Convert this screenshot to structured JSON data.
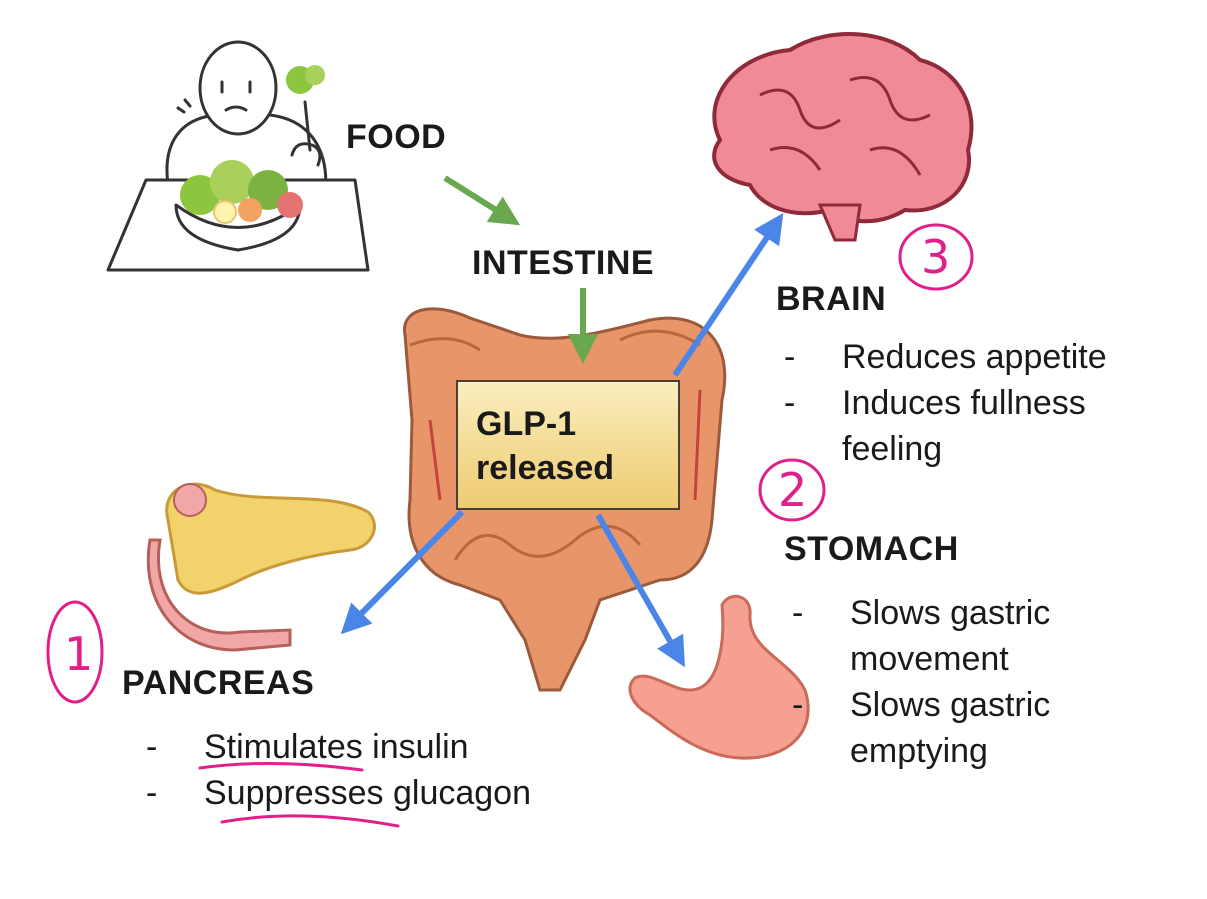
{
  "title": "",
  "nodes": {
    "food": "FOOD",
    "intestine": "INTESTINE",
    "glp1": [
      "GLP-1",
      "released"
    ],
    "brain": "BRAIN",
    "stomach": "STOMACH",
    "pancreas": "PANCREAS"
  },
  "effects": {
    "brain": [
      "Reduces appetite",
      "Induces fullness feeling"
    ],
    "stomach": [
      "Slows gastric movement",
      "Slows gastric emptying"
    ],
    "pancreas": [
      "Stimulates insulin",
      "Suppresses glucagon"
    ]
  },
  "effect_lines": {
    "brain": [
      [
        "Reduces appetite"
      ],
      [
        "Induces fullness",
        "feeling"
      ]
    ],
    "stomach": [
      [
        "Slows gastric",
        "movement"
      ],
      [
        "Slows gastric",
        "emptying"
      ]
    ],
    "pancreas": [
      [
        "Stimulates insulin"
      ],
      [
        "Suppresses glucagon"
      ]
    ]
  },
  "bullet": "-",
  "annotations": {
    "order_marks": {
      "pancreas": "1",
      "stomach": "2",
      "brain": "3"
    },
    "underlined_words": [
      "Stimulates",
      "Suppresses"
    ],
    "color": "#e0208a"
  },
  "colors": {
    "green_arrow": "#6aa84f",
    "blue_arrow": "#4a86e8",
    "box_fill": "#f3d98e",
    "brain": "#f08a96",
    "intestine": "#e8956a",
    "pancreas": "#f2d26a",
    "stomach": "#f5a090"
  },
  "icons": [
    "person-eating-salad-icon",
    "brain-icon",
    "intestine-icon",
    "pancreas-icon",
    "stomach-icon"
  ]
}
